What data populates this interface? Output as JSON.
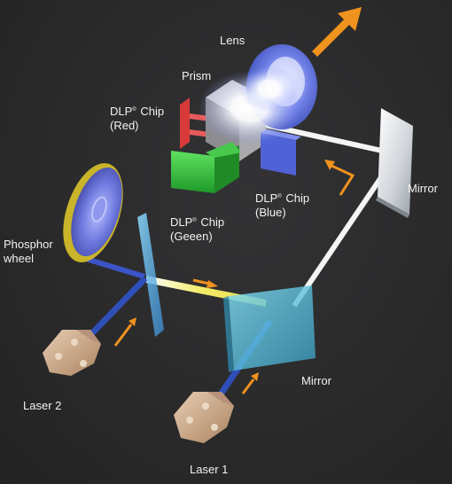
{
  "labels": {
    "lens": "Lens",
    "prism": "Prism",
    "dlp_red": {
      "line1_pre": "DLP",
      "mark": "®",
      "line1_post": " Chip",
      "line2": "(Red)"
    },
    "dlp_green": {
      "line1_pre": "DLP",
      "mark": "®",
      "line1_post": " Chip",
      "line2": "(Geeen)"
    },
    "dlp_blue": {
      "line1_pre": "DLP",
      "mark": "®",
      "line1_post": " Chip",
      "line2": "(Blue)"
    },
    "mirror_right": "Mirror",
    "mirror_bottom": "Mirror",
    "phosphor": {
      "line1": "Phosphor",
      "line2": "wheel"
    },
    "laser1": "Laser 1",
    "laser2": "Laser 2"
  },
  "colors": {
    "background": "#2a2a2b",
    "arrow": "#f0921e",
    "laser_beam": "#2f4fb8",
    "white_beam": "#f4f4f4",
    "yellow_beam": "#e6e24a",
    "red_chip": "#d83a3a",
    "green_chip": "#2fbf36",
    "blue_chip": "#4f62d6",
    "laser_body": "#c9a78a"
  }
}
